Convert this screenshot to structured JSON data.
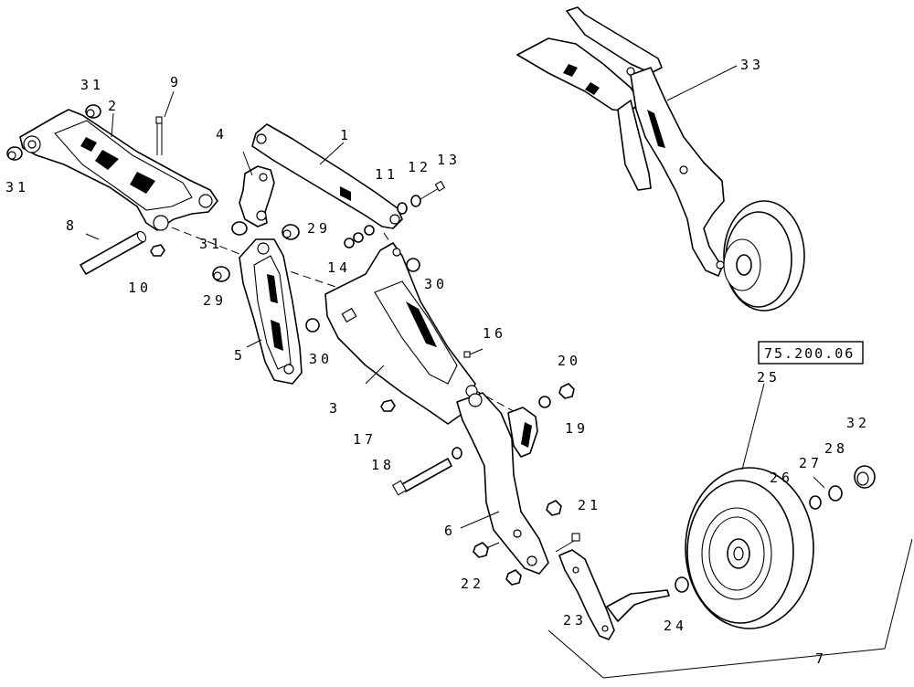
{
  "callouts": {
    "c1": "1",
    "c2": "2",
    "c3": "3",
    "c4": "4",
    "c5": "5",
    "c6": "6",
    "c7": "7",
    "c8": "8",
    "c9": "9",
    "c10": "10",
    "c11": "11",
    "c12": "12",
    "c13": "13",
    "c14": "14",
    "c16": "16",
    "c17": "17",
    "c18": "18",
    "c19": "19",
    "c20": "20",
    "c21": "21",
    "c22": "22",
    "c23": "23",
    "c24": "24",
    "c25": "25",
    "c26": "26",
    "c27": "27",
    "c28": "28",
    "c29a": "29",
    "c29b": "29",
    "c30a": "30",
    "c30b": "30",
    "c31a": "31",
    "c31b": "31",
    "c31c": "31",
    "c32": "32",
    "c33": "33"
  },
  "reference_box": "75.200.06"
}
